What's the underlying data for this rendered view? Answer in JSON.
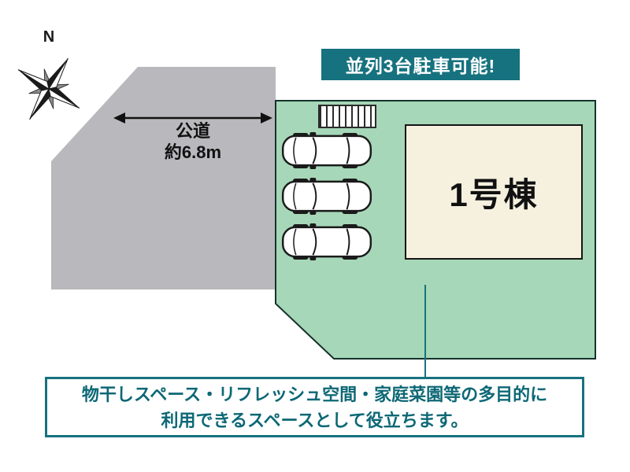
{
  "plan": {
    "compass_label": "N",
    "road": {
      "name": "公道",
      "width": "約6.8m"
    },
    "parking_badge": "並列3台駐車可能!",
    "building_label": "1号棟",
    "cars_count": 3,
    "note_line1": "物干しスペース・リフレッシュ空間・家庭菜園等の多目的に",
    "note_line2": "利用できるスペースとして役立ちます。"
  },
  "colors": {
    "road_gray": "#b9b9bd",
    "lot_green": "#a6d7b8",
    "lot_border": "#15322b",
    "building_cream": "#f6f1df",
    "accent_teal": "#17727f",
    "note_text": "#0d6875",
    "ink": "#111111"
  }
}
